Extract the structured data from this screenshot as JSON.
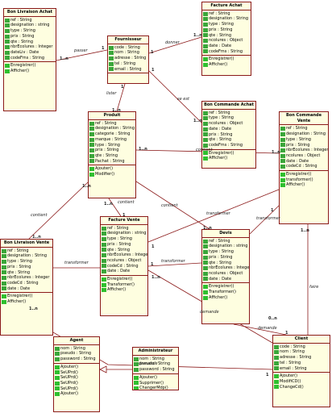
{
  "classes": [
    {
      "id": "bon-livraison-achat",
      "title": "Bon Livraison Achat",
      "attrs": [
        "ref : String",
        "designation : string",
        "type : String",
        "prix : String",
        "qte : String",
        "nbrEcolures : Integer",
        "dateLiv : Date",
        "codeFrns : String"
      ],
      "ops": [
        "Enregistrer()",
        "Afficher()"
      ]
    },
    {
      "id": "fournisseur",
      "title": "Fournisseur",
      "attrs": [
        "code : String",
        "nom : String",
        "adresse : String",
        "tel : String",
        "email : String"
      ],
      "ops": []
    },
    {
      "id": "facture-achat",
      "title": "Facture Achat",
      "attrs": [
        "ref : String",
        "designation : String",
        "type : String",
        "prix : String",
        "qte : String",
        "ncolures : Object",
        "date : Date",
        "codeFrns : String"
      ],
      "ops": [
        "Enregistrer()",
        "Afficher()"
      ]
    },
    {
      "id": "bon-commande-achat",
      "title": "Bon Commande Achat",
      "attrs": [
        "ref : String",
        "type : String",
        "ncolures : Object",
        "date : Date",
        "prix : String",
        "qte : String",
        "codeFrns : String"
      ],
      "ops": [
        "Enregistrer()",
        "Afficher()"
      ]
    },
    {
      "id": "produit",
      "title": "Produit",
      "attrs": [
        "ref : String",
        "designation : String",
        "categorie : String",
        "marque : String",
        "type : String",
        "prix : String",
        "qte : String",
        "Pachat : String"
      ],
      "ops": [
        "Ajouter()",
        "Modifier()"
      ]
    },
    {
      "id": "bon-commande-vente",
      "title": "Bon Commande Vente",
      "attrs": [
        "ref : String",
        "designation : String",
        "type : String",
        "prix : String",
        "nbrEcolures : Integer",
        "ncolures : Object",
        "date : Date",
        "codeCd : String"
      ],
      "ops": [
        "Enregistrer()",
        "transformer()",
        "Afficher()"
      ]
    },
    {
      "id": "bon-livraison-vente",
      "title": "Bon Livraison Vente",
      "attrs": [
        "ref : String",
        "designation : String",
        "type : String",
        "prix : String",
        "qte : String",
        "nbrEcolures : Integer",
        "codeCd : String",
        "date : Date"
      ],
      "ops": [
        "Enregistrer()",
        "Afficher()"
      ]
    },
    {
      "id": "facture-vente",
      "title": "Facture Vente",
      "attrs": [
        "ref : String",
        "designation : string",
        "type : String",
        "prix : String",
        "qte : String",
        "nbrEcolures : Integer",
        "ncolures : Object",
        "codeCd : String",
        "date : Date"
      ],
      "ops": [
        "Enregistrer()",
        "Transformer()",
        "Afficher()"
      ]
    },
    {
      "id": "devis",
      "title": "Devis",
      "attrs": [
        "ref : String",
        "designation : string",
        "type : String",
        "prix : String",
        "qte : String",
        "nbrEcolures : Integer",
        "ncolures : Object",
        "date : Date"
      ],
      "ops": [
        "Enregistrer()",
        "Transformer()",
        "Afficher()"
      ]
    },
    {
      "id": "agent",
      "title": "Agent",
      "attrs": [
        "nom : String",
        "pseudo : String",
        "password : String"
      ],
      "ops": [
        "Ajouter()",
        "SeUPrd()",
        "SeUPrd()",
        "SeUPrd()",
        "SeUPrd()",
        "Ajouter()"
      ]
    },
    {
      "id": "administrateur",
      "title": "Administrateur",
      "attrs": [
        "nom : String",
        "pseudo : String",
        "password : String"
      ],
      "ops": [
        "Ajouter()",
        "Supprimer()",
        "ChangerMdp()"
      ]
    },
    {
      "id": "client",
      "title": "Client",
      "attrs": [
        "code : String",
        "nom : String",
        "adresse : String",
        "tel : String",
        "email : String"
      ],
      "ops": [
        "Ajouter()",
        "ModifiCD()",
        "ChangeCd()"
      ]
    }
  ],
  "associations": [
    {
      "id": "a1",
      "label": "passer",
      "m1": "1..n",
      "m2": "1"
    },
    {
      "id": "a2",
      "label": "donner",
      "m1": "1",
      "m2": "1..n"
    },
    {
      "id": "a3",
      "label": "se est",
      "m1": "1",
      "m2": "1..n"
    },
    {
      "id": "a4",
      "label": "lister",
      "m1": "1",
      "m2": "1..n"
    },
    {
      "id": "a5",
      "label": "contient",
      "m1": "1..n",
      "m2": "1..n"
    },
    {
      "id": "a6",
      "label": "contient",
      "m1": "1..n",
      "m2": "1..n"
    },
    {
      "id": "a7",
      "label": "contient",
      "m1": "1..n",
      "m2": "1"
    },
    {
      "id": "a8",
      "label": "contient",
      "m1": "",
      "m2": "1..n"
    },
    {
      "id": "a9",
      "label": "transformer",
      "m1": "",
      "m2": "1"
    },
    {
      "id": "a10",
      "label": "transformer",
      "m1": "",
      "m2": ""
    },
    {
      "id": "a11",
      "label": "transformer",
      "m1": "",
      "m2": "1"
    },
    {
      "id": "a12",
      "label": "transformer",
      "m1": "",
      "m2": "1"
    },
    {
      "id": "a13",
      "label": "faire",
      "m1": "1..n",
      "m2": ""
    },
    {
      "id": "a14",
      "label": "demande",
      "m1": "",
      "m2": "1..n"
    },
    {
      "id": "a15",
      "label": "demande",
      "m1": "0..n",
      "m2": "1"
    },
    {
      "id": "a16",
      "label": "demande",
      "m1": "1..n",
      "m2": "1"
    }
  ]
}
